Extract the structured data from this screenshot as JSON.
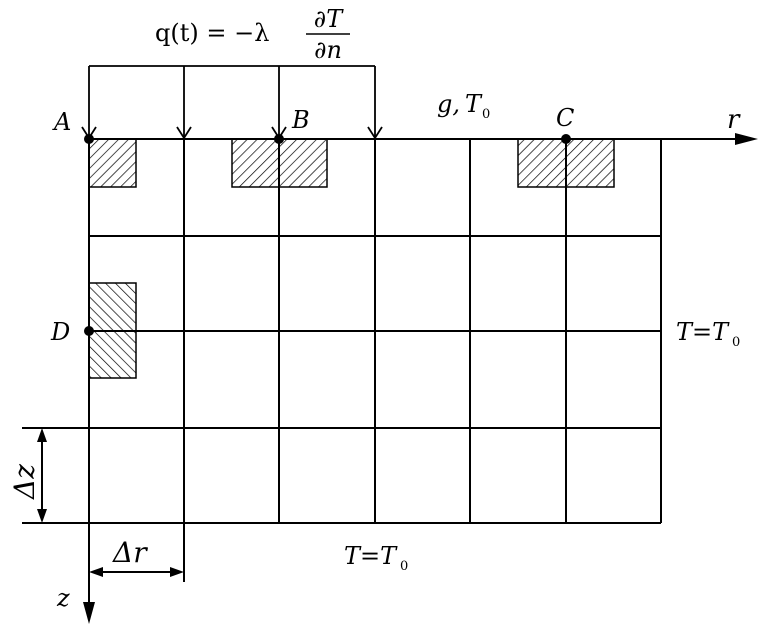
{
  "formula": {
    "lhs": "q(t) = −λ",
    "numerator": "∂T",
    "denominator": "∂n"
  },
  "points": {
    "A": "A",
    "B": "B",
    "C": "C",
    "D": "D"
  },
  "axes": {
    "r": "r",
    "z": "z"
  },
  "surface_condition": {
    "var": "g,",
    "T": "T",
    "sub": "0"
  },
  "right_boundary": {
    "lhs": "T=T",
    "sub": "0"
  },
  "bottom_boundary": {
    "lhs": "T=T",
    "sub": "0"
  },
  "dims": {
    "dz": "Δz",
    "dr": "Δr"
  }
}
